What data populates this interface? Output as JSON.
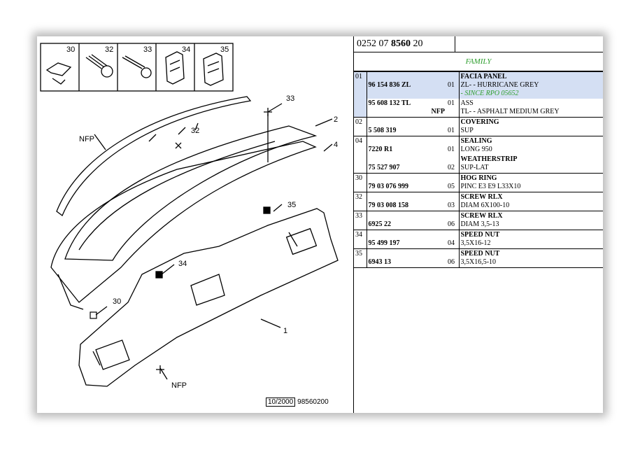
{
  "diagram": {
    "callouts": {
      "c30": "30",
      "c32": "32",
      "c33": "33",
      "c34": "34",
      "c35": "35",
      "c1": "1",
      "c2": "2",
      "c4": "4",
      "nfp_top": "NFP",
      "nfp_bottom": "NFP"
    },
    "thumbs": [
      "30",
      "32",
      "33",
      "34",
      "35"
    ],
    "ref_date": "10/2000",
    "ref_number": "98560200"
  },
  "header": {
    "code_a": "0252 07 ",
    "code_b": "8560",
    "code_c": " 20"
  },
  "family_label": "FAMILY",
  "groups": [
    {
      "ref": "01",
      "rows": [
        {
          "pn": "96 154 836 ZL",
          "qty": "01",
          "name": "FACIA PANEL",
          "desc": "ZL- - HURRICANE GREY",
          "note": "- SINCE RPO 05652",
          "highlight": true
        },
        {
          "pn": "95 608 132 TL",
          "nfp": "NFP",
          "qty": "01",
          "name": "",
          "desc": "ASS",
          "desc2": "TL- - ASPHALT MEDIUM GREY"
        }
      ]
    },
    {
      "ref": "02",
      "rows": [
        {
          "pn": "5 508 319",
          "qty": "01",
          "name": "COVERING",
          "desc": "SUP"
        }
      ]
    },
    {
      "ref": "04",
      "rows": [
        {
          "pn": "7220 R1",
          "qty": "01",
          "name": "SEALING",
          "desc": "LONG 950"
        },
        {
          "pn": "75 527 907",
          "qty": "02",
          "name": "WEATHERSTRIP",
          "desc": "SUP-LAT"
        }
      ]
    },
    {
      "ref": "30",
      "rows": [
        {
          "pn": "79 03 076 999",
          "qty": "05",
          "name": "HOG RING",
          "desc": "PINC E3 E9 L33X10"
        }
      ]
    },
    {
      "ref": "32",
      "rows": [
        {
          "pn": "79 03 008 158",
          "qty": "03",
          "name": "SCREW RLX",
          "desc": "DIAM 6X100-10"
        }
      ]
    },
    {
      "ref": "33",
      "rows": [
        {
          "pn": "6925 22",
          "qty": "06",
          "name": "SCREW RLX",
          "desc": "DIAM 3,5-13"
        }
      ]
    },
    {
      "ref": "34",
      "rows": [
        {
          "pn": "95 499 197",
          "qty": "04",
          "name": "SPEED NUT",
          "desc": "3,5X16-12"
        }
      ]
    },
    {
      "ref": "35",
      "rows": [
        {
          "pn": "6943 13",
          "qty": "06",
          "name": "SPEED NUT",
          "desc": "3,5X16,5-10"
        }
      ]
    }
  ],
  "colors": {
    "highlight": "#d4dff3",
    "note_green": "#2e9e2e"
  }
}
